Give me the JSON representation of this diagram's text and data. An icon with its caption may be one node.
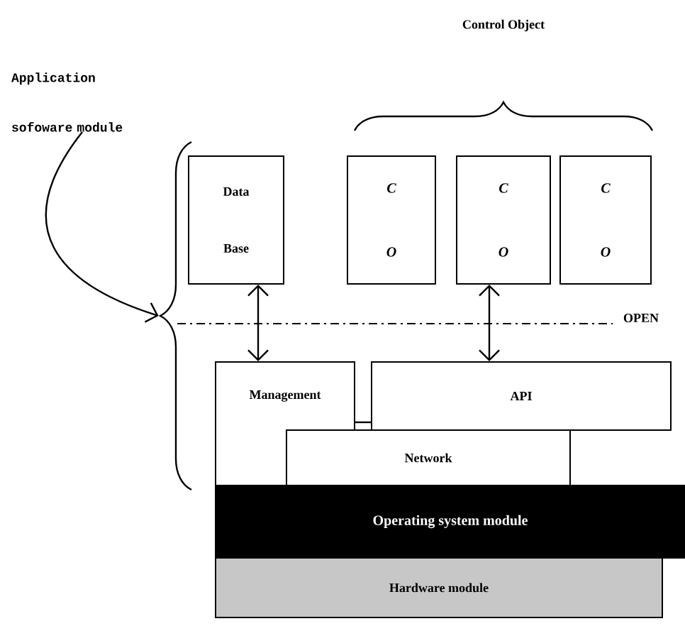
{
  "diagram": {
    "nodes": [
      {
        "text": [
          "Application sofoware module"
        ]
      },
      {
        "text": [
          "Data Base"
        ]
      },
      {
        "text": [
          "C O"
        ]
      },
      {
        "text": [
          "C O"
        ]
      },
      {
        "text": [
          "C O"
        ]
      },
      {
        "text": [
          "Management"
        ]
      },
      {
        "text": [
          "API"
        ]
      },
      {
        "text": [
          "Network"
        ]
      },
      {
        "text": [
          "Operating system module"
        ]
      },
      {
        "text": [
          "Hardware module"
        ]
      },
      {
        "text": [],
        "shape": "brace"
      }
    ],
    "edges": [
      {
        "from": 0,
        "to": 10,
        "arrow": "to"
      },
      {
        "from": 1,
        "to": 5,
        "arrow": "both"
      },
      {
        "from": 3,
        "to": 6,
        "arrow": "both"
      },
      {
        "from": 5,
        "to": 6,
        "arrow": "none"
      }
    ],
    "labels": [
      "Control Object",
      "OPEN"
    ]
  }
}
